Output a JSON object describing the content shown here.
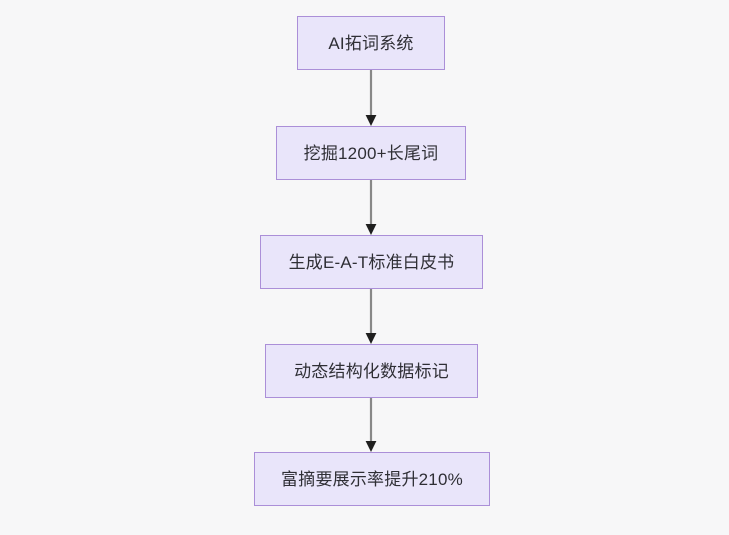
{
  "diagram": {
    "type": "flowchart",
    "orientation": "top-to-bottom",
    "background_color": "#f7f7f8",
    "node_fill_color": "#e9e5fa",
    "node_border_color": "#ab8fd8",
    "node_text_color": "#2f2f35",
    "connector_line_color": "#888888",
    "connector_arrow_color": "#1f1f1f",
    "nodes": [
      {
        "id": "n1",
        "label": "AI拓词系统"
      },
      {
        "id": "n2",
        "label": "挖掘1200+长尾词"
      },
      {
        "id": "n3",
        "label": "生成E-A-T标准白皮书"
      },
      {
        "id": "n4",
        "label": "动态结构化数据标记"
      },
      {
        "id": "n5",
        "label": "富摘要展示率提升210%"
      }
    ],
    "edges": [
      {
        "id": "e1",
        "from": "n1",
        "to": "n2",
        "label": ""
      },
      {
        "id": "e2",
        "from": "n2",
        "to": "n3",
        "label": ""
      },
      {
        "id": "e3",
        "from": "n3",
        "to": "n4",
        "label": ""
      },
      {
        "id": "e4",
        "from": "n4",
        "to": "n5",
        "label": ""
      }
    ]
  }
}
